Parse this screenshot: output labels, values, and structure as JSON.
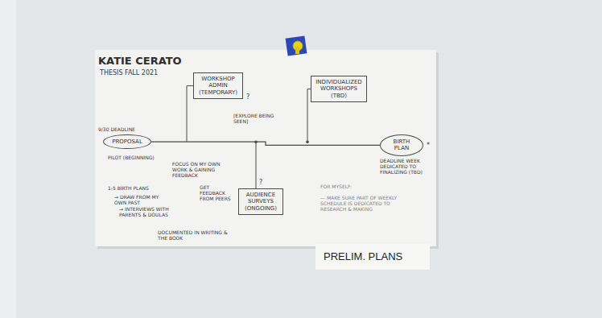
{
  "diagram": {
    "title": "KATIE CERATO",
    "nodes": [
      {
        "text": [
          "PROPOSAL"
        ]
      },
      {
        "text": [
          "WORKSHOP ADMIN (TEMPORARY)"
        ]
      },
      {
        "text": [
          "INDIVIDUALIZED WORKSHOPS (TBD)"
        ]
      },
      {
        "text": [
          "AUDIENCE SURVEYS (ONGOING)"
        ]
      },
      {
        "text": [
          "BIRTH PLAN"
        ]
      }
    ],
    "edges": [
      {
        "from": 0,
        "to": 4,
        "arrow": "none"
      }
    ],
    "labels": [
      "THESIS FALL 2021",
      "9/30 DEADLINE",
      "PILOT (BEGINNING)",
      "?",
      "?",
      "*",
      "[EXPLORE BEING SEEN]",
      "FOCUS ON MY OWN WORK & GAINING FEEDBACK",
      "GET FEEDBACK FROM PEERS",
      "1-5 BIRTH PLANS",
      "→ DRAW FROM MY OWN PAST",
      "→ INTERVIEWS WITH PARENTS & DOULAS",
      "DOCUMENTED IN WRITING & THE BOOK",
      "FOR MYSELF:",
      "— MAKE SURE PART OF WEEKLY SCHEDULE IS DEDICATED TO RESEARCH & MAKING",
      "DEADLINE WEEK DEDICATED TO FINALIZING (TBD)",
      "PRELIM. PLANS"
    ]
  }
}
